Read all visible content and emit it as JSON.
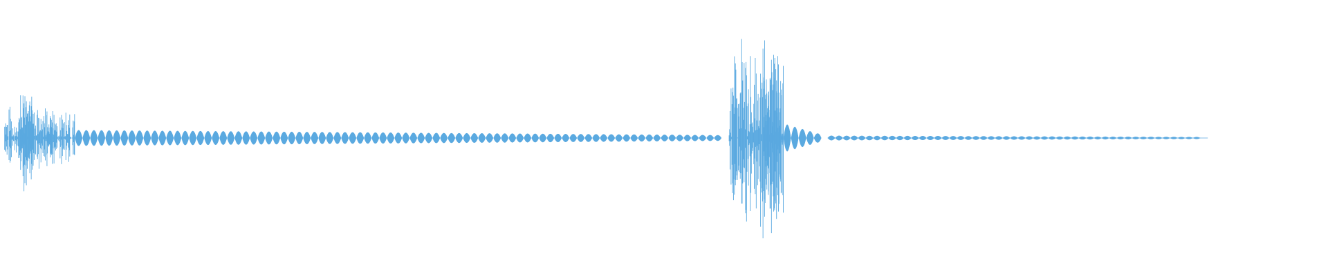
{
  "waveform": {
    "color": "#5aa9e0",
    "description_visible_text": "",
    "segments": [
      {
        "start": 0.0,
        "end": 0.04,
        "amp": 0.3,
        "kind": "noise"
      },
      {
        "start": 0.013,
        "end": 0.023,
        "amp": 0.52,
        "kind": "noise"
      },
      {
        "start": 0.032,
        "end": 0.056,
        "amp": 0.26,
        "kind": "noise"
      },
      {
        "start": 0.056,
        "end": 0.574,
        "amp_start": 0.07,
        "amp_end": 0.025,
        "kind": "lobes"
      },
      {
        "start": 0.574,
        "end": 0.617,
        "amp": 0.96,
        "kind": "noise"
      },
      {
        "start": 0.601,
        "end": 0.616,
        "amp": 1.0,
        "kind": "noise"
      },
      {
        "start": 0.617,
        "end": 0.652,
        "amp_start": 0.12,
        "amp_end": 0.04,
        "kind": "lobes"
      },
      {
        "start": 0.652,
        "end": 0.953,
        "amp_start": 0.02,
        "amp_end": 0.008,
        "kind": "lobes"
      }
    ]
  }
}
